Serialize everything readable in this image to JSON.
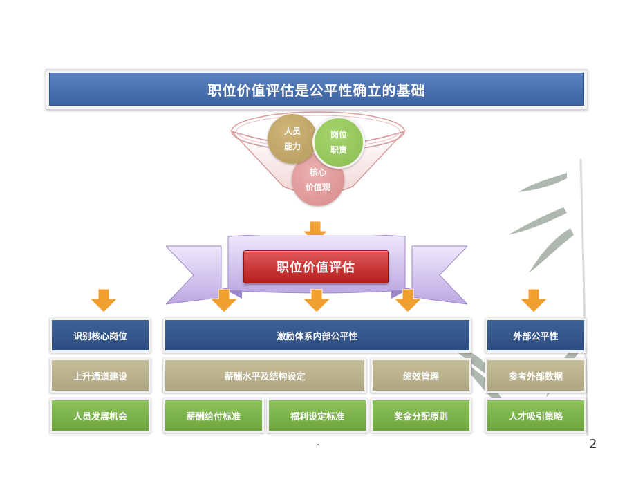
{
  "title": "职位价值评估是公平性确立的基础",
  "circles": [
    {
      "label": "人员\n能力",
      "color": "#b59a5b"
    },
    {
      "label": "岗位\n职责",
      "color": "#8bbd4f"
    },
    {
      "label": "核心\n价值观",
      "color": "#d98a8a"
    }
  ],
  "center_label": "职位价值评估",
  "row1": {
    "left": "识别核心岗位",
    "middle": "激励体系内部公平性",
    "right": "外部公平性"
  },
  "row2": {
    "left": "上升通道建设",
    "middle_a": "薪酬水平及结构设定",
    "middle_b": "绩效管理",
    "right": "参考外部数据"
  },
  "row3": {
    "left": "人员发展机会",
    "middle_a": "薪酬给付标准",
    "middle_b": "福利设定标准",
    "middle_c": "奖金分配原则",
    "right": "人才吸引策略"
  },
  "page_dot": ".",
  "page_number": "2",
  "colors": {
    "blue": "#2c4d80",
    "tan": "#ada57f",
    "green": "#6ea53d",
    "red": "#b51e1e",
    "arrow": "#f0a030",
    "banner": "#c9b8e8"
  }
}
